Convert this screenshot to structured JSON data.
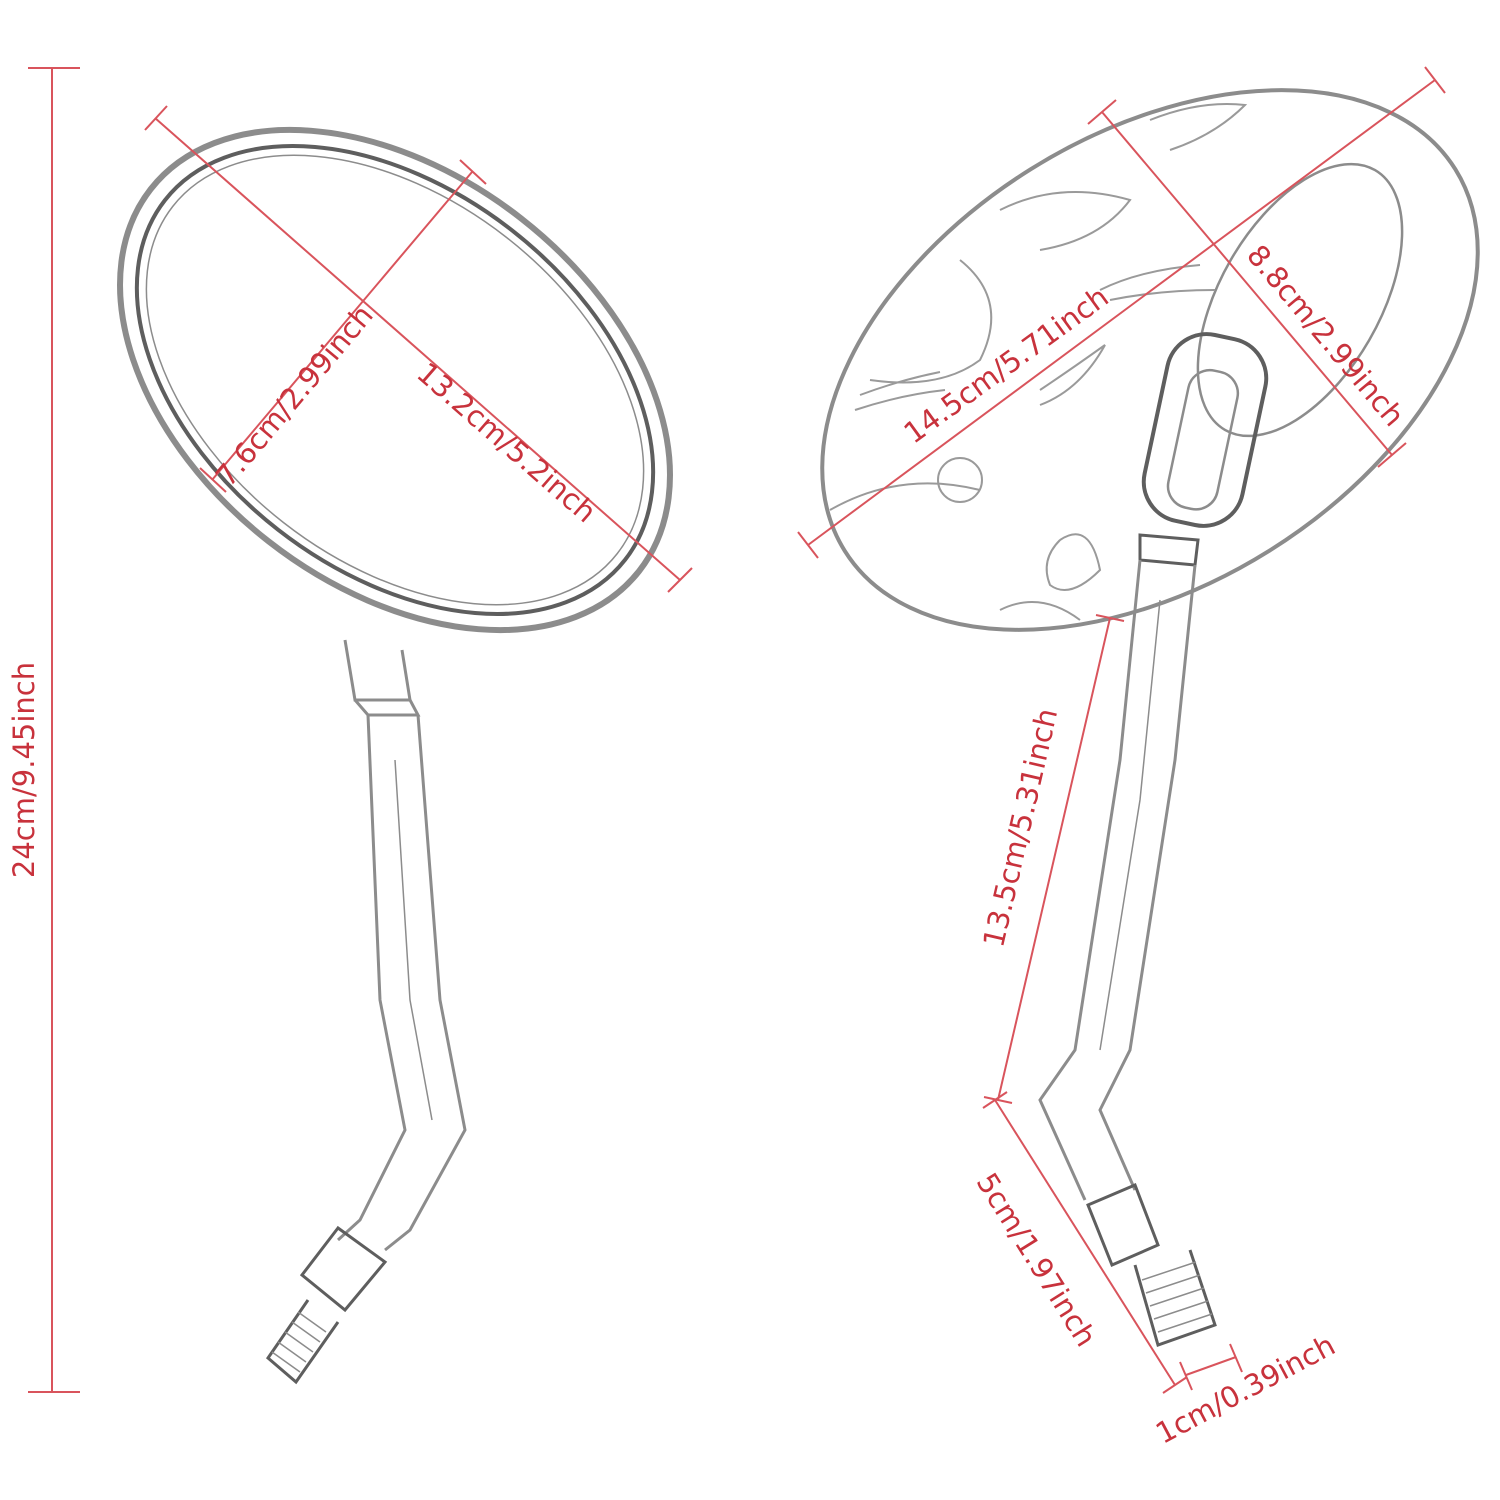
{
  "dimensions": {
    "total_height": "24cm/9.45inch",
    "left_mirror_width": "7.6cm/2.99inch",
    "left_mirror_length": "13.2cm/5.2inch",
    "right_mirror_length": "14.5cm/5.71inch",
    "right_mirror_width": "8.8cm/2.99inch",
    "stem_length": "13.5cm/5.31inch",
    "bent_stem_length": "5cm/1.97inch",
    "thread_diameter": "1cm/0.39inch"
  },
  "colors": {
    "dimension": "#d9545c",
    "chrome_outline": "#8c8c8c",
    "background": "#ffffff"
  }
}
